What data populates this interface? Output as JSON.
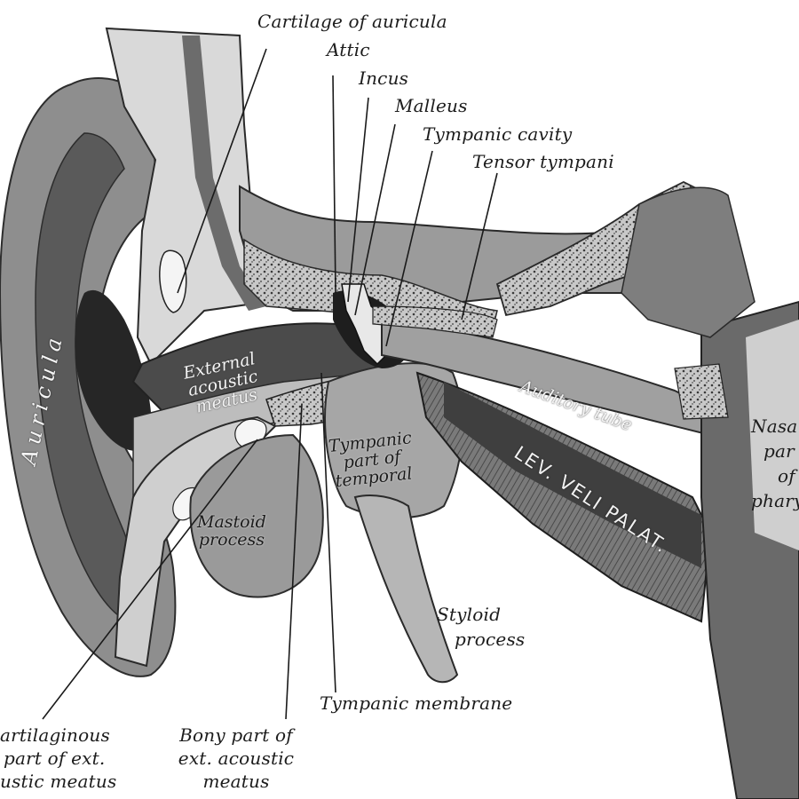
{
  "labels": {
    "cartilage_auricula": "Cartilage of auricula",
    "attic": "Attic",
    "incus": "Incus",
    "malleus": "Malleus",
    "tympanic_cavity": "Tympanic cavity",
    "tensor_tympani": "Tensor tympani",
    "auricula": "Auricula",
    "external_meatus": [
      "External",
      "acoustic",
      "meatus"
    ],
    "tympanic_part": [
      "Tympanic",
      "part of",
      "temporal"
    ],
    "mastoid": [
      "Mastoid",
      "process"
    ],
    "auditory_tube": "Auditory tube",
    "lev_veli": "LEV. VELI PALAT.",
    "nasal_pharynx": [
      "Nasa",
      "par",
      "of",
      "phary"
    ],
    "styloid": [
      "Styloid",
      "process"
    ],
    "tympanic_membrane": "Tympanic membrane",
    "bony_part": [
      "Bony part of",
      "ext. acoustic",
      "meatus"
    ],
    "cartilaginous_part": [
      "artilaginous",
      "part of ext.",
      "ustic meatus"
    ]
  },
  "colors": {
    "background": "#ffffff",
    "ink": "#1c1c1c",
    "shade_dark": "#3d3d3d",
    "shade_mid": "#8a8a8a",
    "shade_light": "#c9c9c9"
  }
}
